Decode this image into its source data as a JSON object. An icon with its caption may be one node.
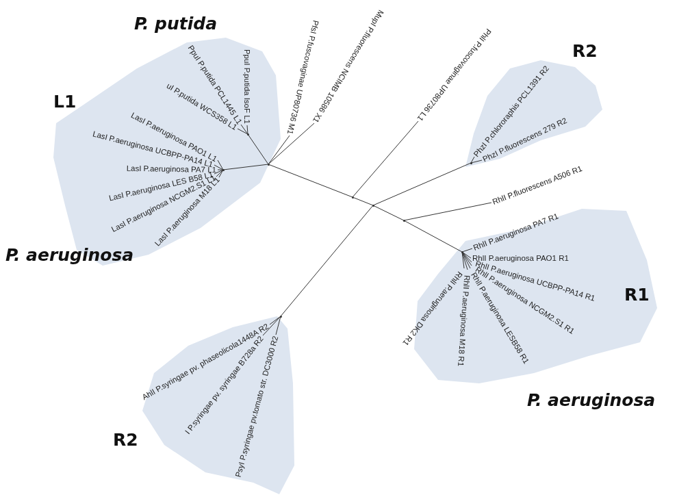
{
  "diagram": {
    "nodes": [
      {
        "text": [
          "P. putida",
          "L1",
          "P. aeruginosa"
        ]
      },
      {
        "text": [
          "PpuI P.putida IsoF L1"
        ],
        "in": 0
      },
      {
        "text": [
          "PpuI P.putida PCL1445 L1"
        ],
        "in": 0
      },
      {
        "text": [
          "uI P.putida WCS358 L1"
        ],
        "in": 0
      },
      {
        "text": [
          "LasI P.aeruginosa PAO1 L1"
        ],
        "in": 0
      },
      {
        "text": [
          "LasI P.aeruginosa UCBPP-PA14 L1"
        ],
        "in": 0
      },
      {
        "text": [
          "LasI P.aeruginosa PA7 L1"
        ],
        "in": 0
      },
      {
        "text": [
          "LasI P.aeruginosa LES B58 L1"
        ],
        "in": 0
      },
      {
        "text": [
          "LasI P.aeruginosa NCGM2.S1 L1"
        ],
        "in": 0
      },
      {
        "text": [
          "LasI P.aeruginosa M18 L1"
        ],
        "in": 0
      },
      {
        "text": [
          "PfsI P.fuscovaginae UP80736 M1"
        ]
      },
      {
        "text": [
          "MupI P.fluorescens NCIMB 10586 X1"
        ]
      },
      {
        "text": [
          "PhlI P.fuscovaginae UP80736 L1"
        ]
      },
      {
        "text": [
          "R2"
        ]
      },
      {
        "text": [
          "PhzI P.chlororaphis PCL1391 R2"
        ],
        "in": 13
      },
      {
        "text": [
          "PhzI P.fluorescens 279 R2"
        ],
        "in": 13
      },
      {
        "text": [
          "RhlI P.fluorescens A506 R1"
        ]
      },
      {
        "text": [
          "R1",
          "P. aeruginosa"
        ]
      },
      {
        "text": [
          "RhlI P.aeruginosa PA7 R1"
        ],
        "in": 17
      },
      {
        "text": [
          "RhlI P.aeruginosa PAO1 R1"
        ],
        "in": 17
      },
      {
        "text": [
          "RhlI P.aeruginosa UCBPP-PA14 R1"
        ],
        "in": 17
      },
      {
        "text": [
          "RhlI P.aeruginosa NCGM2.S1 R1"
        ],
        "in": 17
      },
      {
        "text": [
          "RhlI P.aeruginosa LESB58 R1"
        ],
        "in": 17
      },
      {
        "text": [
          "RhlI P.aeruginosa M18 R1"
        ],
        "in": 17
      },
      {
        "text": [
          "RhlI P.aeruginosa DK2 R1"
        ],
        "in": 17
      },
      {
        "text": [
          "R2"
        ]
      },
      {
        "text": [
          "AhlI P.syringae pv. phaseolicola1448A R2"
        ],
        "in": 25
      },
      {
        "text": [
          "I P.syringae pv. syringae B728a R2"
        ],
        "in": 25
      },
      {
        "text": [
          "PsyI P.syringae pv.tomato str. DC3000 R2"
        ],
        "in": 25
      },
      {
        "text": [],
        "shape": "dot",
        "in": 0
      },
      {
        "text": [],
        "shape": "dot",
        "in": 0
      },
      {
        "text": [],
        "shape": "dot",
        "in": 0
      },
      {
        "text": [],
        "shape": "dot"
      },
      {
        "text": [],
        "shape": "dot"
      },
      {
        "text": [],
        "shape": "dot",
        "in": 13
      },
      {
        "text": [],
        "shape": "dot"
      },
      {
        "text": [],
        "shape": "dot",
        "in": 17
      },
      {
        "text": [],
        "shape": "dot",
        "in": 25
      }
    ],
    "edges": [
      {
        "from": 29,
        "to": 30,
        "arrow": "none"
      },
      {
        "from": 29,
        "to": 31,
        "arrow": "none"
      },
      {
        "from": 29,
        "to": 10,
        "arrow": "none"
      },
      {
        "from": 29,
        "to": 11,
        "arrow": "none"
      },
      {
        "from": 29,
        "to": 32,
        "arrow": "none"
      },
      {
        "from": 30,
        "to": 1,
        "arrow": "none"
      },
      {
        "from": 30,
        "to": 2,
        "arrow": "none"
      },
      {
        "from": 30,
        "to": 3,
        "arrow": "none"
      },
      {
        "from": 31,
        "to": 4,
        "arrow": "none"
      },
      {
        "from": 31,
        "to": 5,
        "arrow": "none"
      },
      {
        "from": 31,
        "to": 6,
        "arrow": "none"
      },
      {
        "from": 31,
        "to": 7,
        "arrow": "none"
      },
      {
        "from": 31,
        "to": 8,
        "arrow": "none"
      },
      {
        "from": 31,
        "to": 9,
        "arrow": "none"
      },
      {
        "from": 32,
        "to": 12,
        "arrow": "none"
      },
      {
        "from": 32,
        "to": 33,
        "arrow": "none"
      },
      {
        "from": 33,
        "to": 34,
        "arrow": "none"
      },
      {
        "from": 33,
        "to": 35,
        "arrow": "none"
      },
      {
        "from": 33,
        "to": 37,
        "arrow": "none"
      },
      {
        "from": 34,
        "to": 14,
        "arrow": "none"
      },
      {
        "from": 34,
        "to": 15,
        "arrow": "none"
      },
      {
        "from": 35,
        "to": 16,
        "arrow": "none"
      },
      {
        "from": 35,
        "to": 36,
        "arrow": "none"
      },
      {
        "from": 36,
        "to": 18,
        "arrow": "none"
      },
      {
        "from": 36,
        "to": 19,
        "arrow": "none"
      },
      {
        "from": 36,
        "to": 20,
        "arrow": "none"
      },
      {
        "from": 36,
        "to": 21,
        "arrow": "none"
      },
      {
        "from": 36,
        "to": 22,
        "arrow": "none"
      },
      {
        "from": 36,
        "to": 23,
        "arrow": "none"
      },
      {
        "from": 36,
        "to": 24,
        "arrow": "none"
      },
      {
        "from": 37,
        "to": 26,
        "arrow": "none"
      },
      {
        "from": 37,
        "to": 27,
        "arrow": "none"
      },
      {
        "from": 37,
        "to": 28,
        "arrow": "none"
      }
    ]
  }
}
